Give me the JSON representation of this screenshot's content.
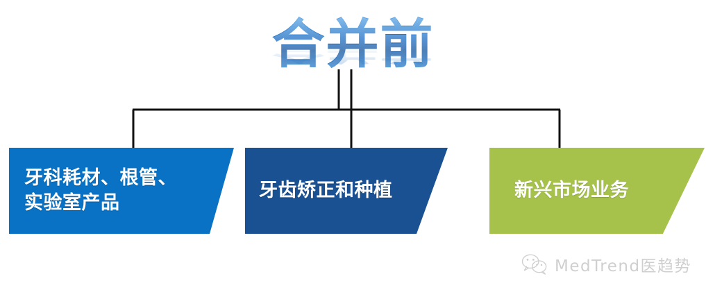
{
  "diagram": {
    "title": "合并前",
    "type": "org-chart",
    "root_label": "合并前",
    "branches": [
      {
        "id": "branch-1",
        "label": "牙科耗材、根管、\n实验室产品",
        "label_lines": [
          "牙科耗材、根管、",
          "实验室产品"
        ],
        "color": "#0a72c4",
        "text_color": "#ffffff",
        "shape": "parallelogram"
      },
      {
        "id": "branch-2",
        "label": "牙齿矫正和种植",
        "label_lines": [
          "牙齿矫正和种植"
        ],
        "color": "#1a5193",
        "text_color": "#ffffff",
        "shape": "parallelogram"
      },
      {
        "id": "branch-3",
        "label": "新兴市场业务",
        "label_lines": [
          "新兴市场业务"
        ],
        "color": "#a6c24b",
        "text_color": "#ffffff",
        "shape": "parallelogram"
      }
    ],
    "connector_color": "#111111",
    "background": "#ffffff",
    "title_gradient_top": "#5fa7e6",
    "title_gradient_bottom": "#17569f"
  },
  "watermark": {
    "icon": "wechat-icon",
    "text": "MedTrend医趋势",
    "color": "#8e8e8e"
  }
}
